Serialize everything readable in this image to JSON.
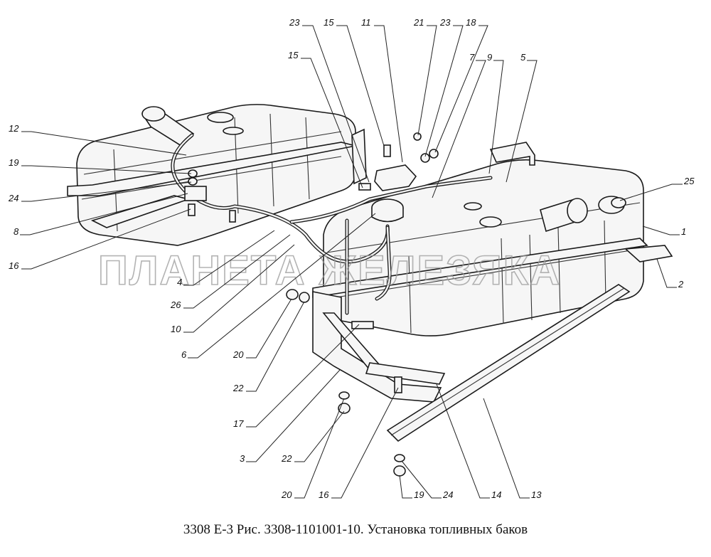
{
  "caption": "3308 Е-3 Рис. 3308-1101001-10. Установка топливных баков",
  "watermark": "ПЛАНЕТА ЖЕЛЕЗЯКА",
  "callouts": {
    "c23a": "23",
    "c15a": "15",
    "c11": "11",
    "c21": "21",
    "c23b": "23",
    "c18": "18",
    "c15b": "15",
    "c7": "7",
    "c9": "9",
    "c5": "5",
    "c12": "12",
    "c19a": "19",
    "c24a": "24",
    "c8": "8",
    "c16a": "16",
    "c25": "25",
    "c1": "1",
    "c2": "2",
    "c4": "4",
    "c26": "26",
    "c10": "10",
    "c6": "6",
    "c20a": "20",
    "c22a": "22",
    "c17": "17",
    "c3": "3",
    "c22b": "22",
    "c20b": "20",
    "c16b": "16",
    "c19b": "19",
    "c24b": "24",
    "c14": "14",
    "c13": "13"
  }
}
